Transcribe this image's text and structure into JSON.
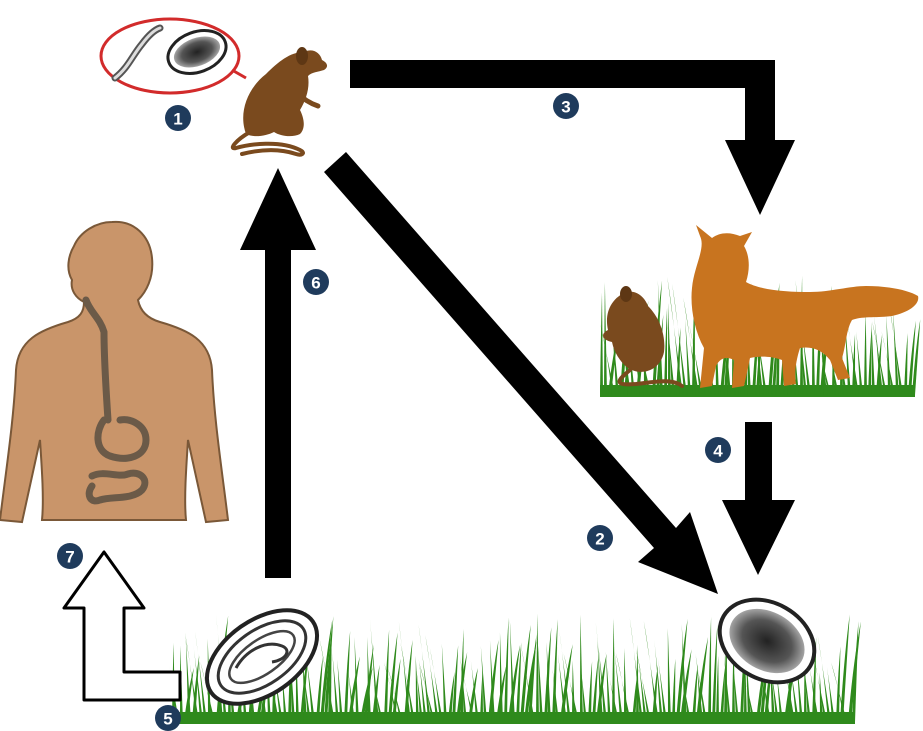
{
  "colors": {
    "step_badge": "#1f3b5c",
    "arrow": "#000000",
    "rodent": "#7a4a1e",
    "fox": "#c8741f",
    "human": "#c9956a",
    "gut": "#6b5a48",
    "grass": "#2f8a1c",
    "highlight_ring": "#d22b2b"
  },
  "steps": [
    {
      "label": "1",
      "icon": "rodent-with-larva-and-egg"
    },
    {
      "label": "2",
      "icon": "arrow-rodent-to-egg"
    },
    {
      "label": "3",
      "icon": "arrow-rodent-to-fox"
    },
    {
      "label": "4",
      "icon": "arrow-fox-to-egg"
    },
    {
      "label": "5",
      "icon": "embryonated-egg-to-human"
    },
    {
      "label": "6",
      "icon": "arrow-egg-to-rodent"
    },
    {
      "label": "7",
      "icon": "human-host"
    }
  ]
}
